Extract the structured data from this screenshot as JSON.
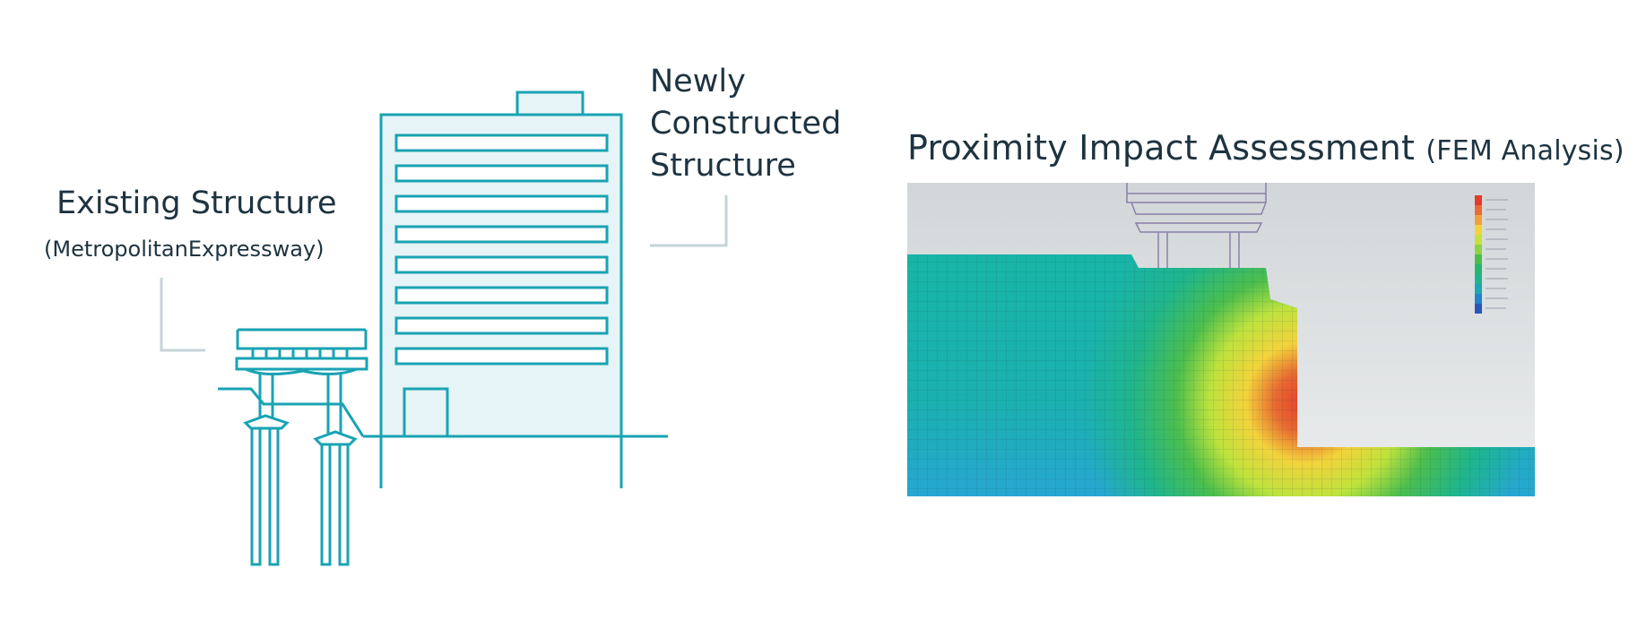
{
  "labels": {
    "existing_title": "Existing Structure",
    "existing_sub": "(MetropolitanExpressway)",
    "new_line1": "Newly",
    "new_line2": "Constructed",
    "new_line3": "Structure"
  },
  "assessment": {
    "title": "Proximity Impact Assessment",
    "subtitle": "(FEM Analysis)"
  },
  "colors": {
    "line": "#19a3b3",
    "building_fill": "#e6f4f7",
    "leader": "#c5d4d8",
    "text": "#1d3340"
  }
}
